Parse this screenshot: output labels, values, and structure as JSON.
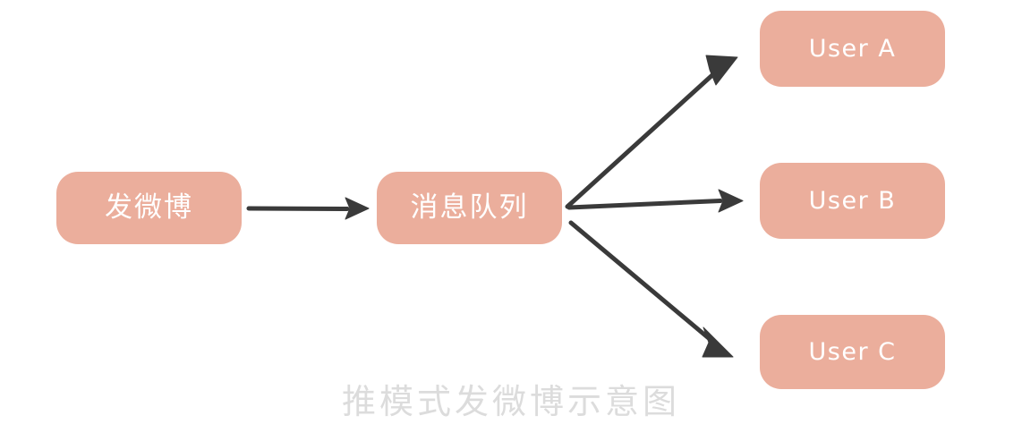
{
  "diagram": {
    "caption": "推模式发微博示意图",
    "colors": {
      "node_fill": "#EBAE9C",
      "node_text": "#FFFFFF",
      "edge": "#3A3A3A",
      "caption": "#DCDCDC",
      "background": "#FFFFFF"
    },
    "nodes": [
      {
        "id": "publish",
        "label": "发微博",
        "script": "cn"
      },
      {
        "id": "queue",
        "label": "消息队列",
        "script": "cn"
      },
      {
        "id": "user_a",
        "label": "User A",
        "script": "en"
      },
      {
        "id": "user_b",
        "label": "User B",
        "script": "en"
      },
      {
        "id": "user_c",
        "label": "User C",
        "script": "en"
      }
    ],
    "edges": [
      {
        "id": "publish-to-queue",
        "from": "publish",
        "to": "queue",
        "style": "arrow"
      },
      {
        "id": "queue-to-user-a",
        "from": "queue",
        "to": "user_a",
        "style": "arrow"
      },
      {
        "id": "queue-to-user-b",
        "from": "queue",
        "to": "user_b",
        "style": "arrow"
      },
      {
        "id": "queue-to-user-c",
        "from": "queue",
        "to": "user_c",
        "style": "arrow"
      }
    ]
  }
}
